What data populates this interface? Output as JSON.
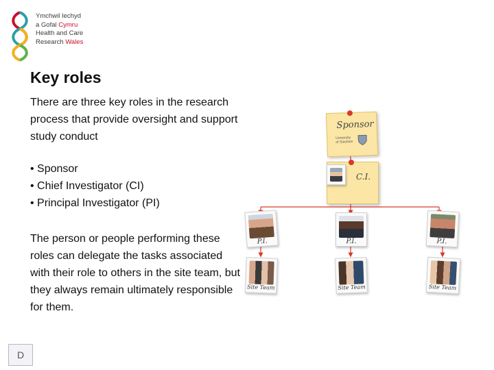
{
  "logo": {
    "line1": "Ymchwil Iechyd",
    "line2a": "a Gofal ",
    "line2b": "Cymru",
    "line3": "Health and Care",
    "line4a": "Research ",
    "line4b": "Wales"
  },
  "title": "Key roles",
  "intro": "There are three key roles in the research process that provide oversight and support study conduct",
  "bullets": [
    "• Sponsor",
    "• Chief Investigator (CI)",
    "• Principal Investigator (PI)"
  ],
  "paragraph": "The person or people performing these roles can delegate the tasks associated with their role to others in the site team, but they always remain ultimately responsible for them.",
  "corner_box": "D",
  "diagram": {
    "sponsor_label": "Sponsor",
    "sponsor_text": "University of Stockton",
    "ci_label": "C.I.",
    "pi_label": "P.I.",
    "team_label": "Site Team"
  },
  "colors": {
    "note_fill": "#fbe6a6",
    "arrow": "#d83b2a"
  }
}
